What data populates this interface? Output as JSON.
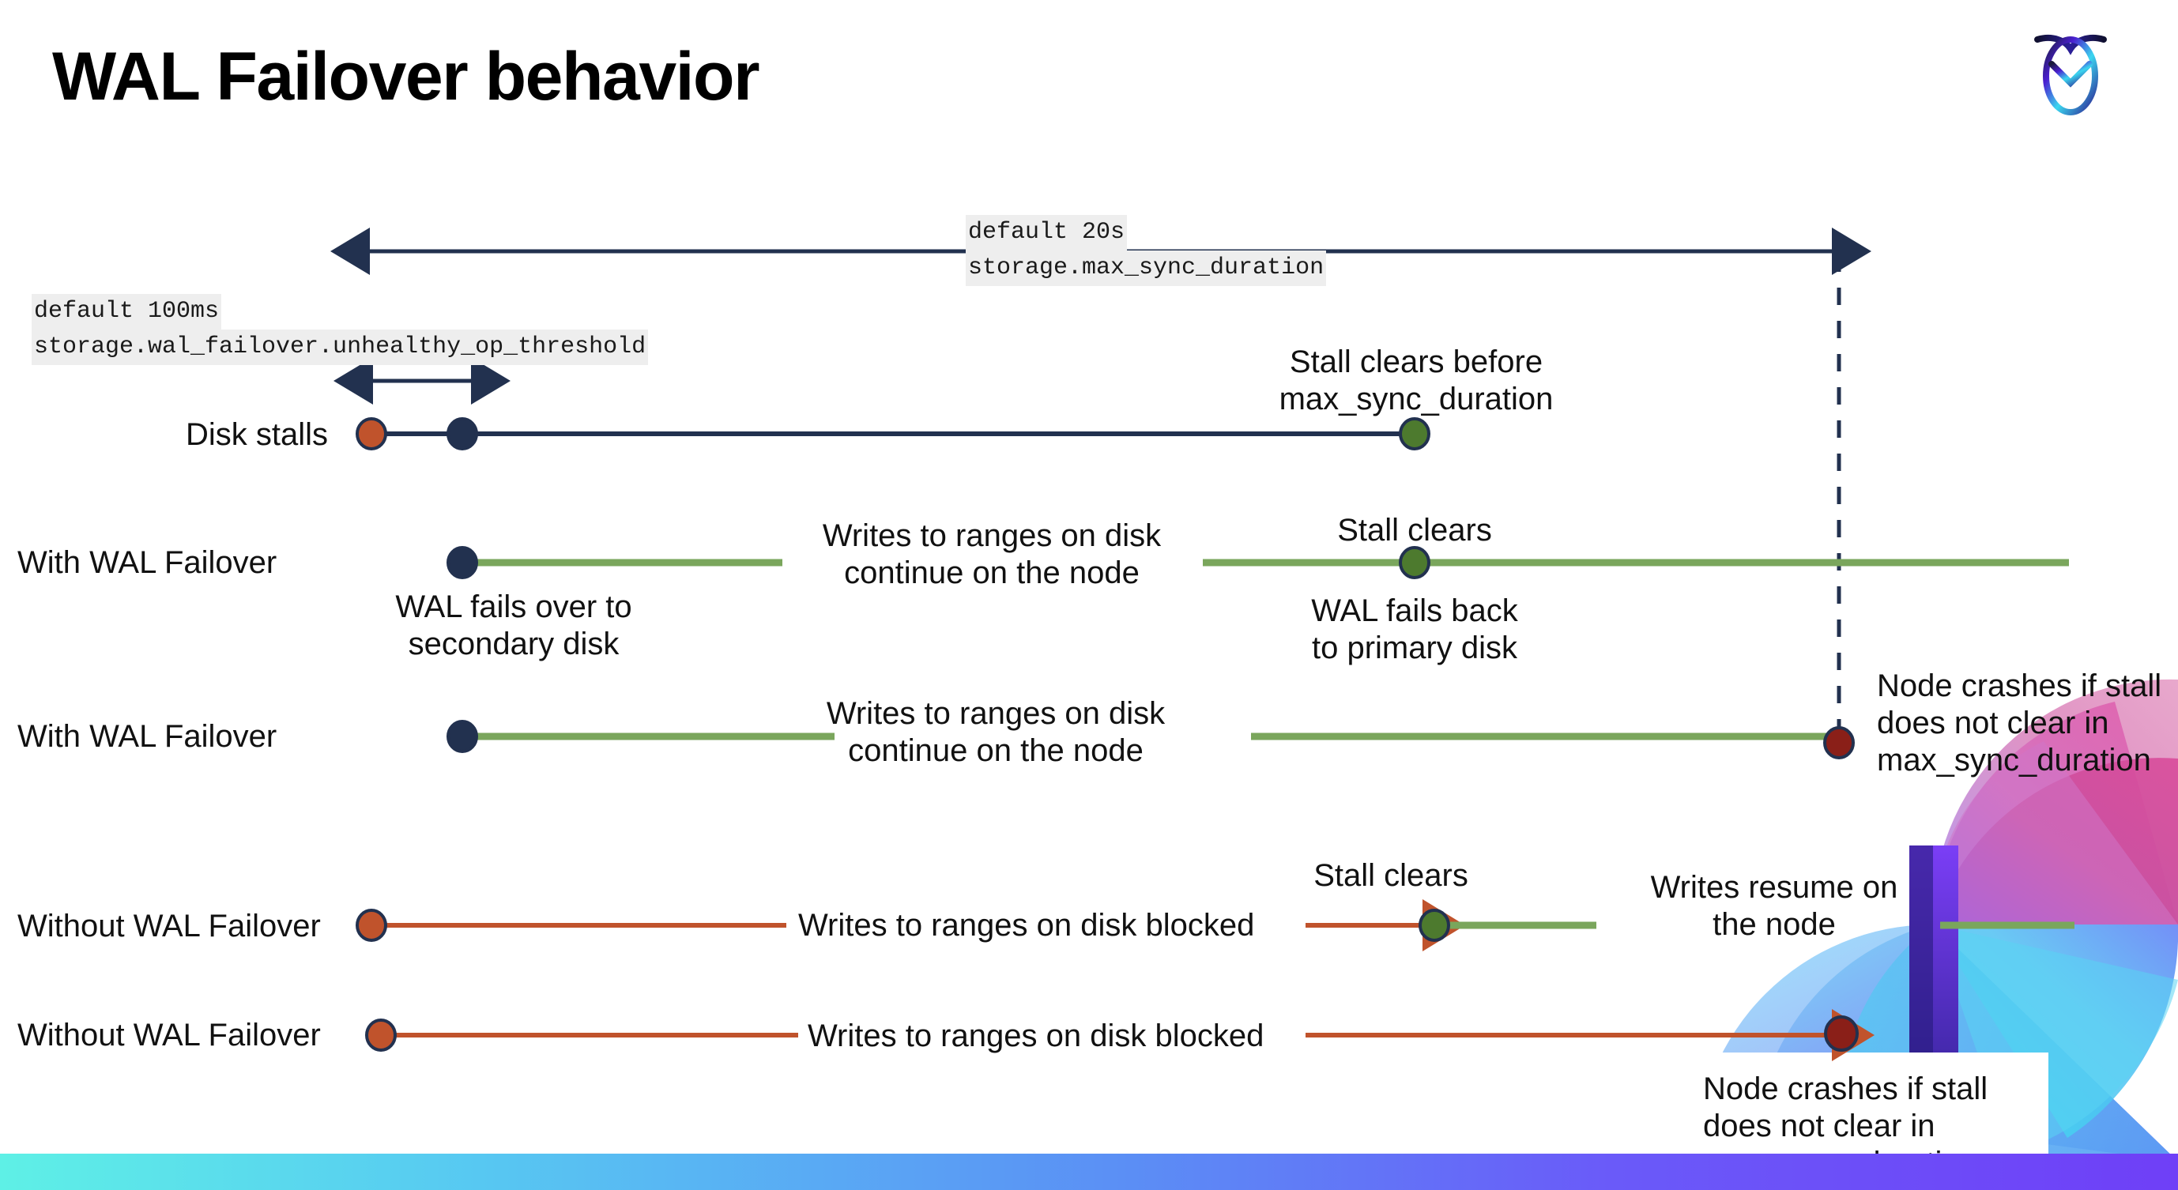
{
  "slide": {
    "title": "WAL Failover behavior",
    "logo_name": "cockroachdb-logo"
  },
  "colors": {
    "navy": "#22314f",
    "green": "#76a койл",
    "green_line": "#76a95a",
    "orange": "#c0532c",
    "dark_red": "#8a1f18",
    "chip_bg": "#eeeeee",
    "bottom_bar_start": "#5ef0e6",
    "bottom_bar_end": "#6f3ff7"
  },
  "annotations": {
    "max_sync_duration": {
      "default": "default 20s",
      "setting": "storage.max_sync_duration"
    },
    "unhealthy_op_threshold": {
      "default": "default 100ms",
      "setting": "storage.wal_failover.unhealthy_op_threshold"
    }
  },
  "rows": [
    {
      "id": "disk-stalls",
      "label": "Disk stalls",
      "callouts": [
        {
          "id": "stall-clears-before",
          "text": "Stall clears before\nmax_sync_duration"
        }
      ]
    },
    {
      "id": "with-wal-failover-recovers",
      "label": "With WAL Failover",
      "callouts": [
        {
          "id": "writes-continue-1",
          "text": "Writes to ranges on disk\ncontinue on the node"
        },
        {
          "id": "stall-clears-1",
          "text": "Stall clears"
        },
        {
          "id": "wal-fails-over",
          "text": "WAL fails over to\nsecondary disk"
        },
        {
          "id": "wal-fails-back",
          "text": "WAL fails  back\nto primary disk"
        }
      ]
    },
    {
      "id": "with-wal-failover-crashes",
      "label": "With WAL Failover",
      "callouts": [
        {
          "id": "writes-continue-2",
          "text": "Writes to ranges on disk\ncontinue on the node"
        },
        {
          "id": "node-crashes-1",
          "text": "Node crashes if stall\ndoes not clear in\nmax_sync_duration"
        }
      ]
    },
    {
      "id": "without-wal-failover-recovers",
      "label": "Without WAL Failover",
      "callouts": [
        {
          "id": "writes-blocked-1",
          "text": "Writes to ranges on disk  blocked"
        },
        {
          "id": "stall-clears-2",
          "text": "Stall clears"
        },
        {
          "id": "writes-resume",
          "text": "Writes resume on\nthe node"
        }
      ]
    },
    {
      "id": "without-wal-failover-crashes",
      "label": "Without WAL Failover",
      "callouts": [
        {
          "id": "writes-blocked-2",
          "text": "Writes to ranges on disk  blocked"
        },
        {
          "id": "node-crashes-2",
          "text": "Node crashes if stall\ndoes not clear in\nmax_sync_duration"
        }
      ]
    }
  ],
  "legend_markers": {
    "stall_start": "orange-dot",
    "failover_point": "navy-dot",
    "stall_cleared": "green-dot",
    "node_crash": "dark-red-dot"
  }
}
